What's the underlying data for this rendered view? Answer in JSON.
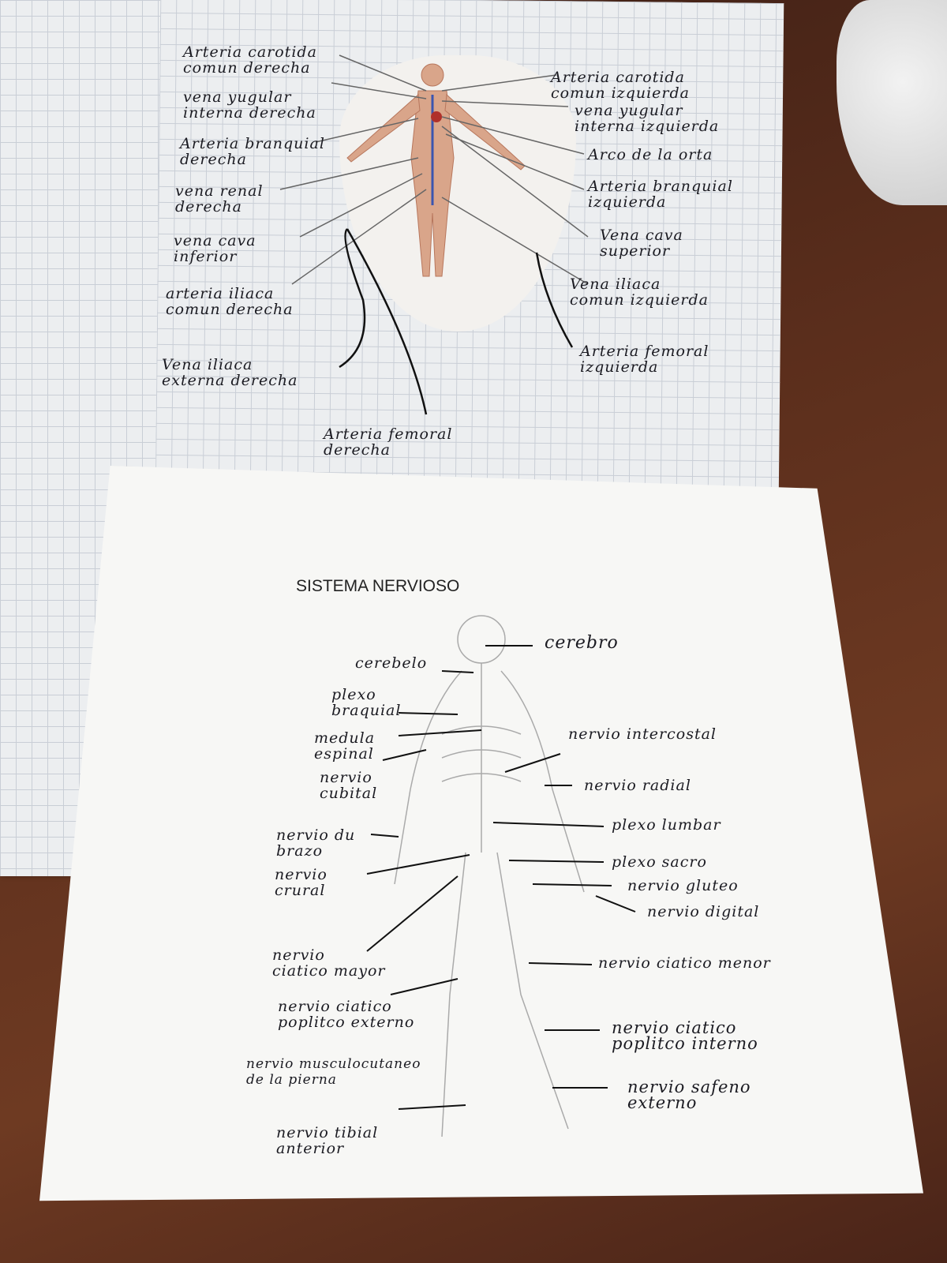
{
  "circulatory_page": {
    "left_labels": [
      "Arteria carotida\ncomun derecha",
      "vena yugular\ninterna derecha",
      "Arteria branquial\nderecha",
      "vena renal\nderecha",
      "vena cava\ninferior",
      "arteria iliaca\ncomun derecha",
      "Vena iliaca\nexterna derecha",
      "Arteria femoral\nderecha"
    ],
    "right_labels": [
      "Arteria carotida\ncomun izquierda",
      "vena yugular\ninterna izquierda",
      "Arco de la orta",
      "Arteria branquial\nizquierda",
      "Vena cava\nsuperior",
      "Vena iliaca\ncomun izquierda",
      "Arteria femoral\nizquierda"
    ]
  },
  "nervous_sheet": {
    "title": "SISTEMA NERVIOSO",
    "left_labels": [
      "cerebelo",
      "plexo\nbraquial",
      "medula\nespinal",
      "nervio\ncubital",
      "nervio du\nbrazo",
      "nervio\ncrural",
      "nervio\nciatico mayor",
      "nervio ciatico\npoplitco externo",
      "nervio musculocutaneo\nde la pierna",
      "nervio tibial\nanterior"
    ],
    "right_labels": [
      "cerebro",
      "nervio intercostal",
      "nervio radial",
      "plexo lumbar",
      "plexo sacro",
      "nervio gluteo",
      "nervio digital",
      "nervio ciatico menor",
      "nervio ciatico\npoplitco interno",
      "nervio safeno\nexterno"
    ]
  }
}
